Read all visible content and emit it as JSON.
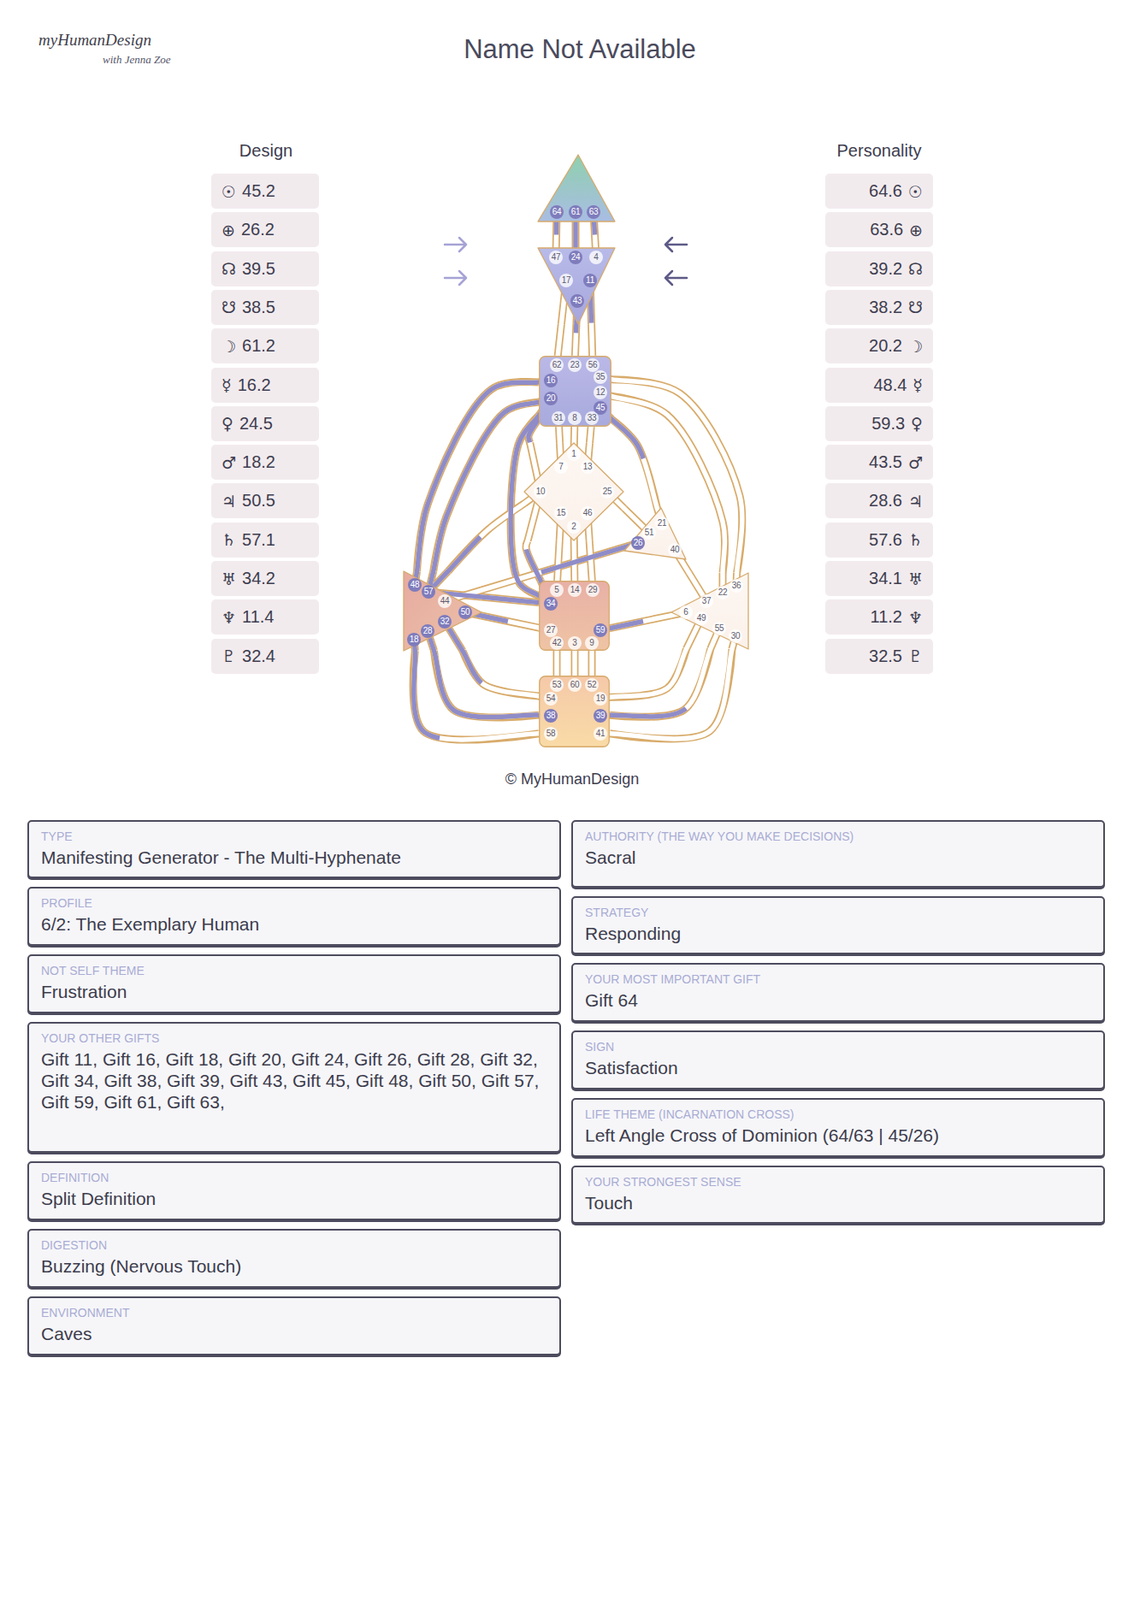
{
  "diagram": {
    "title": "Name Not Available",
    "caption": "© MyHumanDesign",
    "nodes": [
      {
        "text": [
          "☉",
          "45.2"
        ]
      },
      {
        "text": [
          "⊕",
          "26.2"
        ]
      },
      {
        "text": [
          "☊",
          "39.5"
        ]
      },
      {
        "text": [
          "☋",
          "38.5"
        ]
      },
      {
        "text": [
          "☽",
          "61.2"
        ]
      },
      {
        "text": [
          "☿",
          "16.2"
        ]
      },
      {
        "text": [
          "♀",
          "24.5"
        ]
      },
      {
        "text": [
          "♂",
          "18.2"
        ]
      },
      {
        "text": [
          "♃",
          "50.5"
        ]
      },
      {
        "text": [
          "♄",
          "57.1"
        ]
      },
      {
        "text": [
          "♅",
          "34.2"
        ]
      },
      {
        "text": [
          "♆",
          "11.4"
        ]
      },
      {
        "text": [
          "♇",
          "32.4"
        ]
      },
      {
        "text": [
          "64.6",
          "☉"
        ]
      },
      {
        "text": [
          "63.6",
          "⊕"
        ]
      },
      {
        "text": [
          "39.2",
          "☊"
        ]
      },
      {
        "text": [
          "38.2",
          "☋"
        ]
      },
      {
        "text": [
          "20.2",
          "☽"
        ]
      },
      {
        "text": [
          "48.4",
          "☿"
        ]
      },
      {
        "text": [
          "59.3",
          "♀"
        ]
      },
      {
        "text": [
          "43.5",
          "♂"
        ]
      },
      {
        "text": [
          "28.6",
          "♃"
        ]
      },
      {
        "text": [
          "57.6",
          "♄"
        ]
      },
      {
        "text": [
          "34.1",
          "♅"
        ]
      },
      {
        "text": [
          "11.2",
          "♆"
        ]
      },
      {
        "text": [
          "32.5",
          "♇"
        ]
      },
      {
        "text": [
          "64",
          "61",
          "63"
        ]
      },
      {
        "text": [
          "47",
          "24",
          "4",
          "17",
          "11",
          "43"
        ]
      },
      {
        "text": [
          "62",
          "23",
          "56",
          "16",
          "35",
          "20",
          "12",
          "45",
          "31",
          "8",
          "33"
        ]
      },
      {
        "text": [
          "1",
          "7",
          "13",
          "10",
          "25",
          "15",
          "46",
          "2"
        ]
      },
      {
        "text": [
          "21",
          "51",
          "26",
          "40"
        ]
      },
      {
        "text": [
          "48",
          "57",
          "44",
          "32",
          "50",
          "18",
          "28"
        ]
      },
      {
        "text": [
          "5",
          "14",
          "29",
          "34",
          "27",
          "59",
          "42",
          "3",
          "9"
        ]
      },
      {
        "text": [
          "36",
          "22",
          "37",
          "6",
          "49",
          "55",
          "30"
        ]
      },
      {
        "text": [
          "53",
          "60",
          "52",
          "54",
          "19",
          "38",
          "39",
          "58",
          "41"
        ]
      },
      {
        "text": [
          "TYPE",
          "Manifesting Generator - The Multi-Hyphenate"
        ]
      },
      {
        "text": [
          "PROFILE",
          "6/2: The Exemplary Human"
        ]
      },
      {
        "text": [
          "NOT SELF THEME",
          "Frustration"
        ]
      },
      {
        "text": [
          "YOUR OTHER GIFTS",
          "Gift 11, Gift 16, Gift 18, Gift 20, Gift 24, Gift 26, Gift 28, Gift 32, Gift 34, Gift 38, Gift 39, Gift 43, Gift 45, Gift 48, Gift 50, Gift 57, Gift 59, Gift 61, Gift 63,"
        ]
      },
      {
        "text": [
          "DEFINITION",
          "Split Definition"
        ]
      },
      {
        "text": [
          "DIGESTION",
          "Buzzing (Nervous Touch)"
        ]
      },
      {
        "text": [
          "ENVIRONMENT",
          "Caves"
        ]
      },
      {
        "text": [
          "AUTHORITY (THE WAY YOU MAKE DECISIONS)",
          "Sacral"
        ]
      },
      {
        "text": [
          "STRATEGY",
          "Responding"
        ]
      },
      {
        "text": [
          "YOUR MOST IMPORTANT GIFT",
          "Gift 64"
        ]
      },
      {
        "text": [
          "SIGN",
          "Satisfaction"
        ]
      },
      {
        "text": [
          "LIFE THEME (INCARNATION CROSS)",
          "Left Angle Cross of Dominion (64/63 | 45/26)"
        ]
      },
      {
        "text": [
          "YOUR STRONGEST SENSE",
          "Touch"
        ]
      }
    ],
    "edges": [
      {
        "from": 26,
        "to": 27,
        "arrow": "none"
      },
      {
        "from": 26,
        "to": 27,
        "arrow": "none"
      },
      {
        "from": 26,
        "to": 27,
        "arrow": "none"
      },
      {
        "from": 27,
        "to": 28,
        "arrow": "none"
      },
      {
        "from": 27,
        "to": 28,
        "arrow": "none"
      },
      {
        "from": 27,
        "to": 28,
        "arrow": "none"
      },
      {
        "from": 28,
        "to": 31,
        "arrow": "none"
      },
      {
        "from": 28,
        "to": 31,
        "arrow": "none"
      },
      {
        "from": 28,
        "to": 32,
        "arrow": "none"
      },
      {
        "from": 28,
        "to": 29,
        "arrow": "none"
      },
      {
        "from": 28,
        "to": 29,
        "arrow": "none"
      },
      {
        "from": 28,
        "to": 29,
        "arrow": "none"
      },
      {
        "from": 28,
        "to": 29,
        "arrow": "none"
      },
      {
        "from": 28,
        "to": 30,
        "arrow": "none"
      },
      {
        "from": 28,
        "to": 33,
        "arrow": "none"
      },
      {
        "from": 28,
        "to": 33,
        "arrow": "none"
      },
      {
        "from": 29,
        "to": 32,
        "arrow": "none"
      },
      {
        "from": 29,
        "to": 31,
        "arrow": "none"
      },
      {
        "from": 29,
        "to": 30,
        "arrow": "none"
      },
      {
        "from": 29,
        "to": 32,
        "arrow": "none"
      },
      {
        "from": 29,
        "to": 32,
        "arrow": "none"
      },
      {
        "from": 29,
        "to": 32,
        "arrow": "none"
      },
      {
        "from": 30,
        "to": 31,
        "arrow": "none"
      },
      {
        "from": 30,
        "to": 33,
        "arrow": "none"
      },
      {
        "from": 31,
        "to": 32,
        "arrow": "none"
      },
      {
        "from": 31,
        "to": 32,
        "arrow": "none"
      },
      {
        "from": 31,
        "to": 34,
        "arrow": "none"
      },
      {
        "from": 31,
        "to": 34,
        "arrow": "none"
      },
      {
        "from": 31,
        "to": 34,
        "arrow": "none"
      },
      {
        "from": 32,
        "to": 33,
        "arrow": "none"
      },
      {
        "from": 32,
        "to": 34,
        "arrow": "none"
      },
      {
        "from": 32,
        "to": 34,
        "arrow": "none"
      },
      {
        "from": 32,
        "to": 34,
        "arrow": "none"
      },
      {
        "from": 34,
        "to": 33,
        "arrow": "none"
      },
      {
        "from": 34,
        "to": 33,
        "arrow": "none"
      },
      {
        "from": 34,
        "to": 33,
        "arrow": "none"
      }
    ],
    "labels": [
      "myHumanDesign",
      "with Jenna Zoe",
      "Design",
      "Personality"
    ]
  }
}
